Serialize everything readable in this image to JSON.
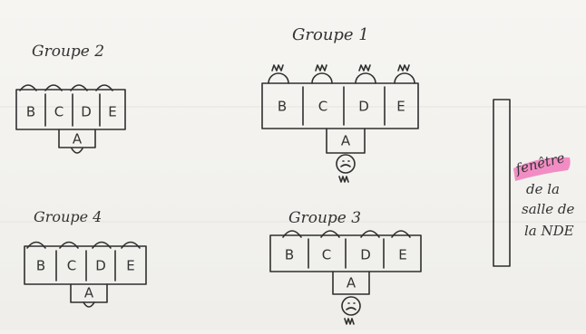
{
  "groups": [
    {
      "title": "Groupe 2",
      "seats": [
        "B",
        "C",
        "D",
        "E"
      ],
      "front": "A"
    },
    {
      "title": "Groupe 1",
      "seats": [
        "B",
        "C",
        "D",
        "E"
      ],
      "front": "A"
    },
    {
      "title": "Groupe 4",
      "seats": [
        "B",
        "C",
        "D",
        "E"
      ],
      "front": "A"
    },
    {
      "title": "Groupe 3",
      "seats": [
        "B",
        "C",
        "D",
        "E"
      ],
      "front": "A"
    }
  ],
  "window_note": {
    "highlight": "fenêtre",
    "lines": [
      "de la",
      "salle de",
      "la NDE"
    ],
    "highlight_color": "#f06bb5"
  }
}
